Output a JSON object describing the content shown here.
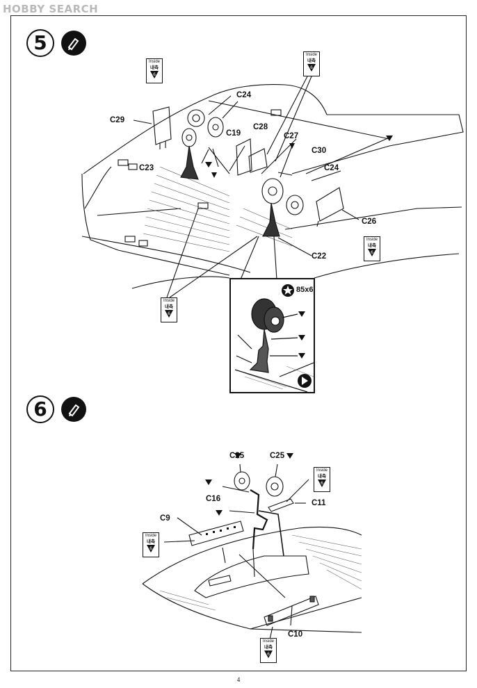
{
  "watermark": "HOBBY SEARCH",
  "steps": [
    {
      "number": "5",
      "part_labels": [
        "C29",
        "C24",
        "C19",
        "C28",
        "C27",
        "C30",
        "C24",
        "C23",
        "C26",
        "C22"
      ],
      "inside_tag": {
        "en": "Inside",
        "ko": "내측",
        "paint": "6"
      },
      "detail_paint_code": "85x6"
    },
    {
      "number": "6",
      "part_labels": [
        "C25",
        "C25",
        "C16",
        "C11",
        "C9",
        "C10"
      ],
      "inside_tag": {
        "en": "Inside",
        "ko": "내측",
        "paint": "6"
      }
    }
  ],
  "page_number": "4",
  "icons": [
    "glue-icon",
    "star-paint-icon",
    "arrow-next-icon",
    "paint-marker-icon"
  ]
}
